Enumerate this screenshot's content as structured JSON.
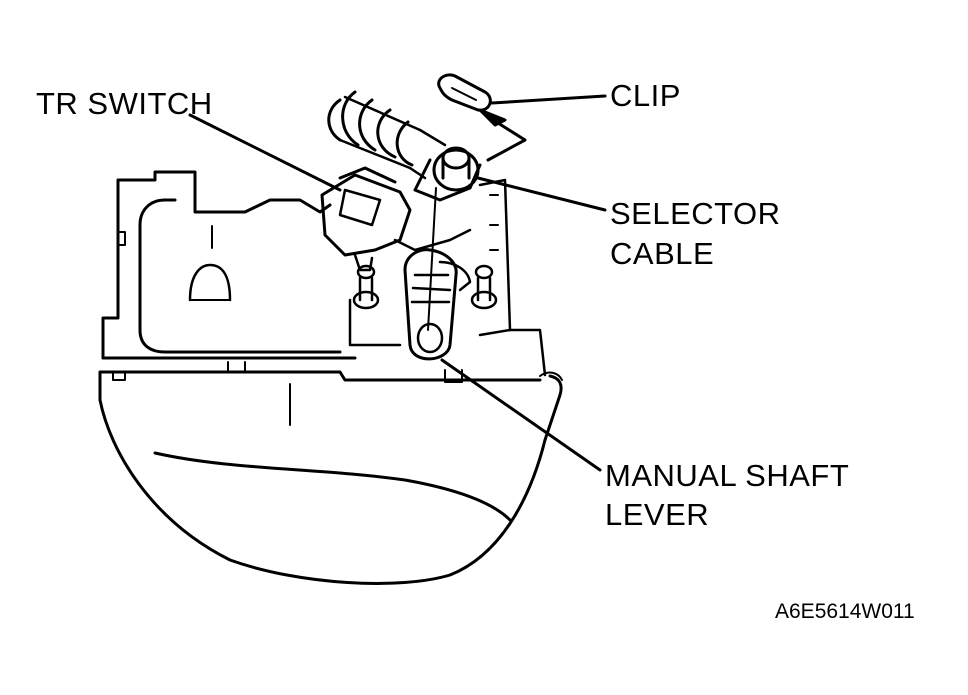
{
  "labels": {
    "tr_switch": "TR SWITCH",
    "clip": "CLIP",
    "selector_cable_line1": "SELECTOR",
    "selector_cable_line2": "CABLE",
    "manual_shaft_lever_line1": "MANUAL SHAFT",
    "manual_shaft_lever_line2": "LEVER"
  },
  "figure_code": "A6E5614W011",
  "colors": {
    "ink": "#000000",
    "background": "#ffffff"
  }
}
